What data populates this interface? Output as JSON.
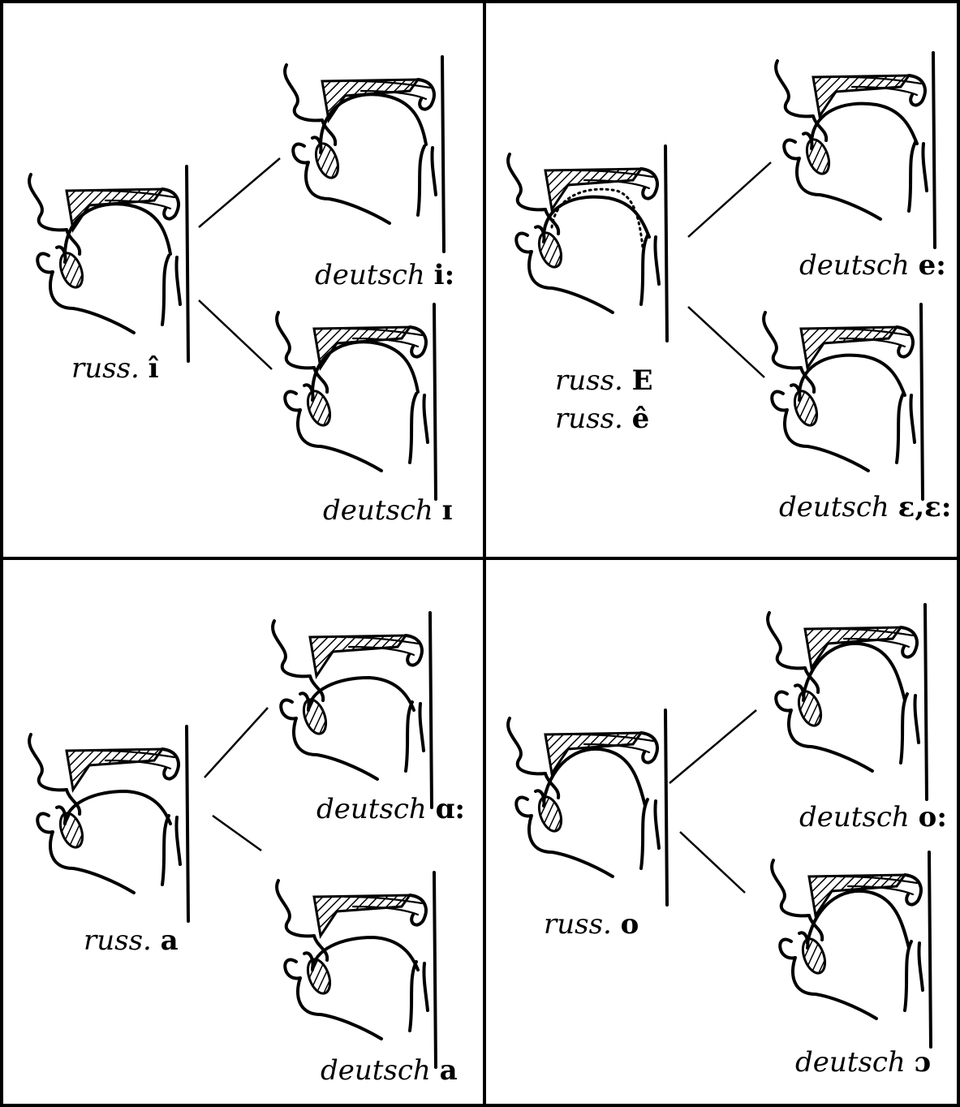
{
  "panels": [
    {
      "russ": [
        {
          "prefix": "russ.",
          "sound": "î"
        }
      ],
      "deutsch": [
        {
          "prefix": "deutsch",
          "sound": "i:"
        },
        {
          "prefix": "deutsch",
          "sound": "ɪ"
        }
      ]
    },
    {
      "russ": [
        {
          "prefix": "russ.",
          "sound": "E"
        },
        {
          "prefix": "russ.",
          "sound": "ê"
        }
      ],
      "deutsch": [
        {
          "prefix": "deutsch",
          "sound": "e:"
        },
        {
          "prefix": "deutsch",
          "sound": "ɛ,ɛ:"
        }
      ]
    },
    {
      "russ": [
        {
          "prefix": "russ.",
          "sound": "a"
        }
      ],
      "deutsch": [
        {
          "prefix": "deutsch",
          "sound": "ɑ:"
        },
        {
          "prefix": "deutsch",
          "sound": "a"
        }
      ]
    },
    {
      "russ": [
        {
          "prefix": "russ.",
          "sound": "o"
        }
      ],
      "deutsch": [
        {
          "prefix": "deutsch",
          "sound": "o:"
        },
        {
          "prefix": "deutsch",
          "sound": "ɔ"
        }
      ]
    }
  ]
}
